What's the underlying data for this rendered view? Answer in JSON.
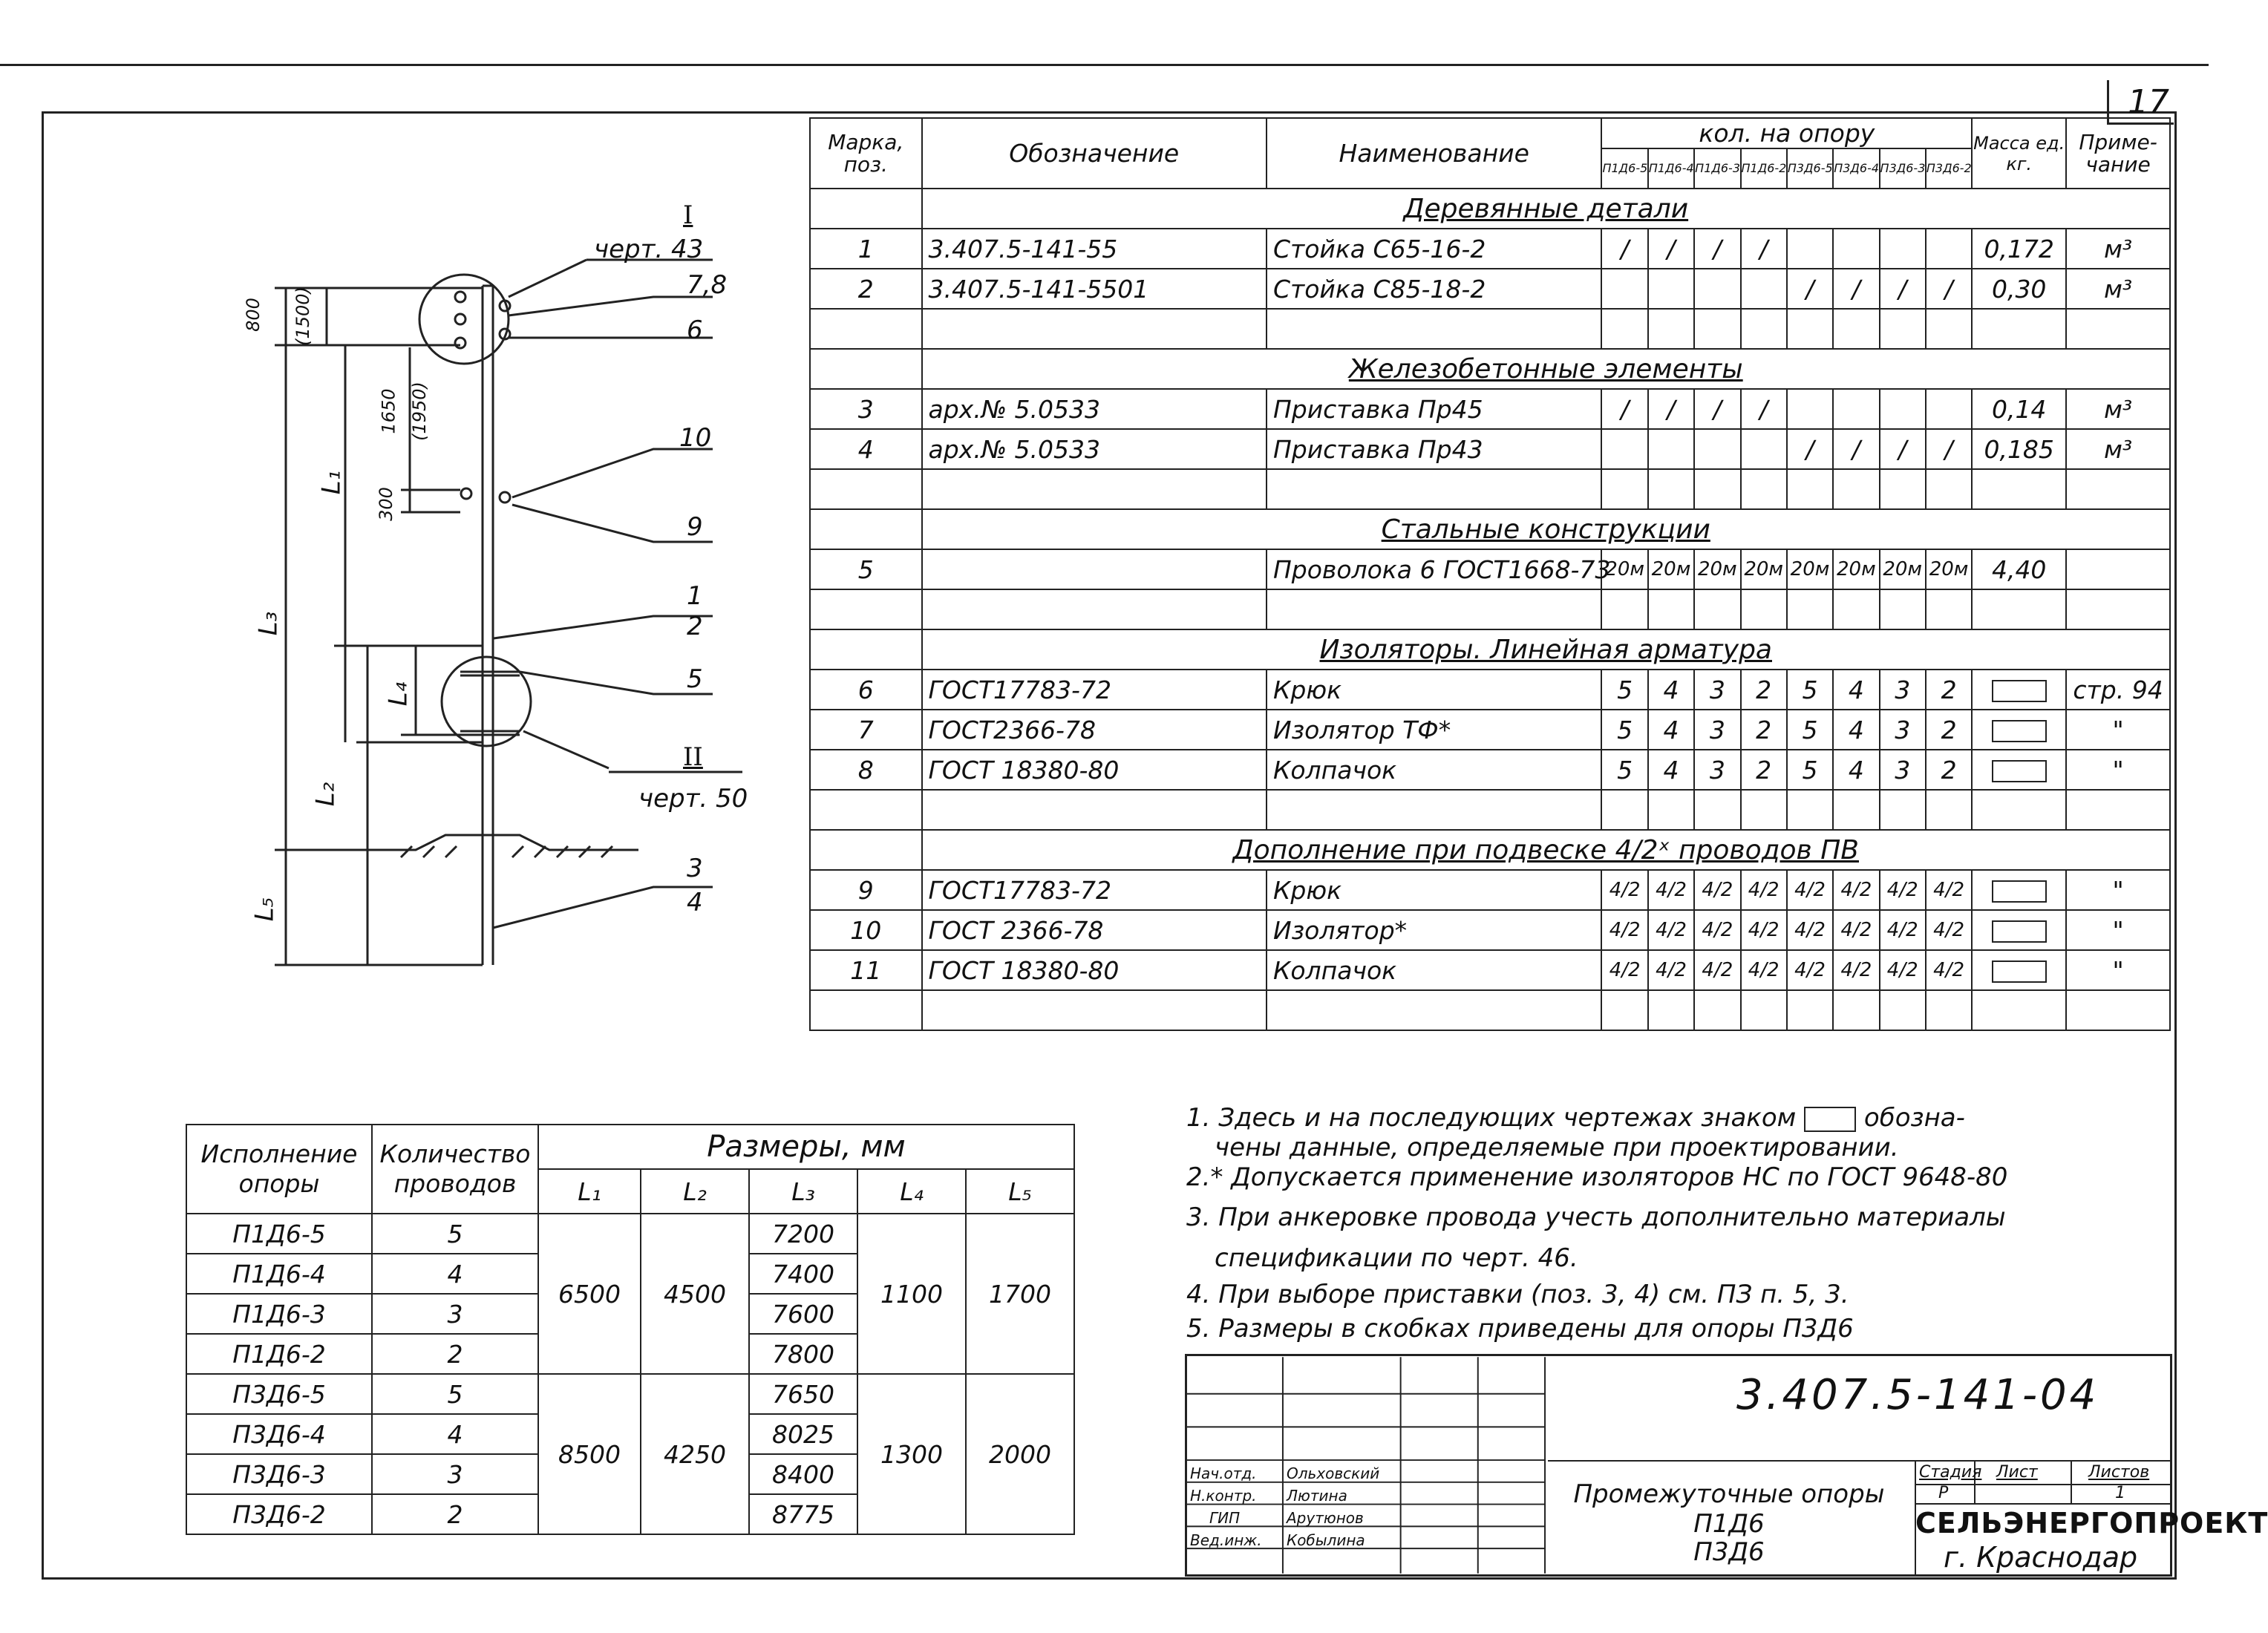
{
  "sheet_number": "17",
  "spec_table": {
    "headers": {
      "mark": "Марка, поз.",
      "designation": "Обозначение",
      "name": "Наименование",
      "qty_group": "кол. на опору",
      "supports": [
        "П1Д6-5",
        "П1Д6-4",
        "П1Д6-3",
        "П1Д6-2",
        "П3Д6-5",
        "П3Д6-4",
        "П3Д6-3",
        "П3Д6-2"
      ],
      "mass": "Масса ед. кг.",
      "note": "Приме- чание"
    },
    "sections": [
      {
        "title": "Деревянные детали",
        "rows": [
          {
            "pos": "1",
            "designation": "3.407.5-141-55",
            "name": "Стойка С65-16-2",
            "qty": [
              "/",
              "/",
              "/",
              "/",
              "",
              "",
              "",
              ""
            ],
            "mass": "0,172",
            "note": "м³"
          },
          {
            "pos": "2",
            "designation": "3.407.5-141-5501",
            "name": "Стойка С85-18-2",
            "qty": [
              "",
              "",
              "",
              "",
              "/",
              "/",
              "/",
              "/"
            ],
            "mass": "0,30",
            "note": "м³"
          }
        ]
      },
      {
        "title": "Железобетонные элементы",
        "rows": [
          {
            "pos": "3",
            "designation": "арх.№ 5.0533",
            "name": "Приставка Пр45",
            "qty": [
              "/",
              "/",
              "/",
              "/",
              "",
              "",
              "",
              ""
            ],
            "mass": "0,14",
            "note": "м³"
          },
          {
            "pos": "4",
            "designation": "арх.№ 5.0533",
            "name": "Приставка Пр43",
            "qty": [
              "",
              "",
              "",
              "",
              "/",
              "/",
              "/",
              "/"
            ],
            "mass": "0,185",
            "note": "м³"
          }
        ]
      },
      {
        "title": "Стальные конструкции",
        "rows": [
          {
            "pos": "5",
            "designation": "",
            "name": "Проволока 6 ГОСТ1668-73",
            "qty": [
              "20м",
              "20м",
              "20м",
              "20м",
              "20м",
              "20м",
              "20м",
              "20м"
            ],
            "mass": "4,40",
            "note": ""
          }
        ]
      },
      {
        "title": "Изоляторы. Линейная арматура",
        "rows": [
          {
            "pos": "6",
            "designation": "ГОСТ17783-72",
            "name": "Крюк",
            "qty": [
              "5",
              "4",
              "3",
              "2",
              "5",
              "4",
              "3",
              "2"
            ],
            "mass": "",
            "note": "стр. 94"
          },
          {
            "pos": "7",
            "designation": "ГОСТ2366-78",
            "name": "Изолятор ТФ*",
            "qty": [
              "5",
              "4",
              "3",
              "2",
              "5",
              "4",
              "3",
              "2"
            ],
            "mass": "",
            "note": "\""
          },
          {
            "pos": "8",
            "designation": "ГОСТ 18380-80",
            "name": "Колпачок",
            "qty": [
              "5",
              "4",
              "3",
              "2",
              "5",
              "4",
              "3",
              "2"
            ],
            "mass": "",
            "note": "\""
          }
        ]
      },
      {
        "title": "Дополнение при подвеске 4/2ˣ проводов ПВ",
        "rows": [
          {
            "pos": "9",
            "designation": "ГОСТ17783-72",
            "name": "Крюк",
            "qty": [
              "4/2",
              "4/2",
              "4/2",
              "4/2",
              "4/2",
              "4/2",
              "4/2",
              "4/2"
            ],
            "mass": "",
            "note": "\""
          },
          {
            "pos": "10",
            "designation": "ГОСТ 2366-78",
            "name": "Изолятор*",
            "qty": [
              "4/2",
              "4/2",
              "4/2",
              "4/2",
              "4/2",
              "4/2",
              "4/2",
              "4/2"
            ],
            "mass": "",
            "note": "\""
          },
          {
            "pos": "11",
            "designation": "ГОСТ 18380-80",
            "name": "Колпачок",
            "qty": [
              "4/2",
              "4/2",
              "4/2",
              "4/2",
              "4/2",
              "4/2",
              "4/2",
              "4/2"
            ],
            "mass": "",
            "note": "\""
          }
        ]
      }
    ]
  },
  "dims_table": {
    "h_variant": "Исполнение опоры",
    "h_count": "Количество проводов",
    "h_sizes": "Размеры, мм",
    "h_cols": [
      "L₁",
      "L₂",
      "L₃",
      "L₄",
      "L₅"
    ],
    "rows": [
      {
        "variant": "П1Д6-5",
        "count": "5",
        "l3": "7200"
      },
      {
        "variant": "П1Д6-4",
        "count": "4",
        "l3": "7400"
      },
      {
        "variant": "П1Д6-3",
        "count": "3",
        "l3": "7600"
      },
      {
        "variant": "П1Д6-2",
        "count": "2",
        "l3": "7800"
      },
      {
        "variant": "П3Д6-5",
        "count": "5",
        "l3": "7650"
      },
      {
        "variant": "П3Д6-4",
        "count": "4",
        "l3": "8025"
      },
      {
        "variant": "П3Д6-3",
        "count": "3",
        "l3": "8400"
      },
      {
        "variant": "П3Д6-2",
        "count": "2",
        "l3": "8775"
      }
    ],
    "group1": {
      "l1": "6500",
      "l2": "4500",
      "l4": "1100",
      "l5": "1700"
    },
    "group2": {
      "l1": "8500",
      "l2": "4250",
      "l4": "1300",
      "l5": "2000"
    }
  },
  "notes": [
    "1. Здесь и на последующих чертежах знаком",
    "обозна-",
    "чены данные, определяемые при проектировании.",
    "2.* Допускается применение изоляторов НС по ГОСТ 9648-80",
    "3. При анкеровке провода учесть дополнительно материалы",
    "спецификации по черт. 46.",
    "4. При выборе приставки (поз. 3, 4) см. ПЗ п. 5, 3.",
    "5. Размеры в скобках приведены для опоры П3Д6"
  ],
  "title_block": {
    "doc_code": "3.407.5-141-04",
    "title_lines": [
      "Промежуточные опоры",
      "П1Д6",
      "П3Д6"
    ],
    "roles": [
      {
        "role": "Нач.отд.",
        "name": "Ольховский"
      },
      {
        "role": "Н.контр.",
        "name": "Лютина"
      },
      {
        "role": "ГИП",
        "name": "Арутюнов"
      },
      {
        "role": "Вед.инж.",
        "name": "Кобылина"
      }
    ],
    "stage_label": "Стадия",
    "sheet_label": "Лист",
    "sheets_label": "Листов",
    "stage": "Р",
    "sheet": "",
    "sheets": "1",
    "org": "СЕЛЬЭНЕРГОПРОЕКТ",
    "city": "г. Краснодар"
  },
  "drawing": {
    "callout_I": "I",
    "callout_I_ref": "черт. 43",
    "callout_II": "II",
    "callout_II_ref": "черт. 50",
    "pos_labels": [
      "7,8",
      "6",
      "10",
      "9",
      "1",
      "2",
      "5",
      "3",
      "4"
    ],
    "dim_800": "800",
    "dim_1500": "(1500)",
    "dim_1650": "1650",
    "dim_1950": "(1950)",
    "dim_300": "300",
    "L1": "L₁",
    "L2": "L₂",
    "L3": "L₃",
    "L4": "L₄",
    "L5": "L₅"
  }
}
